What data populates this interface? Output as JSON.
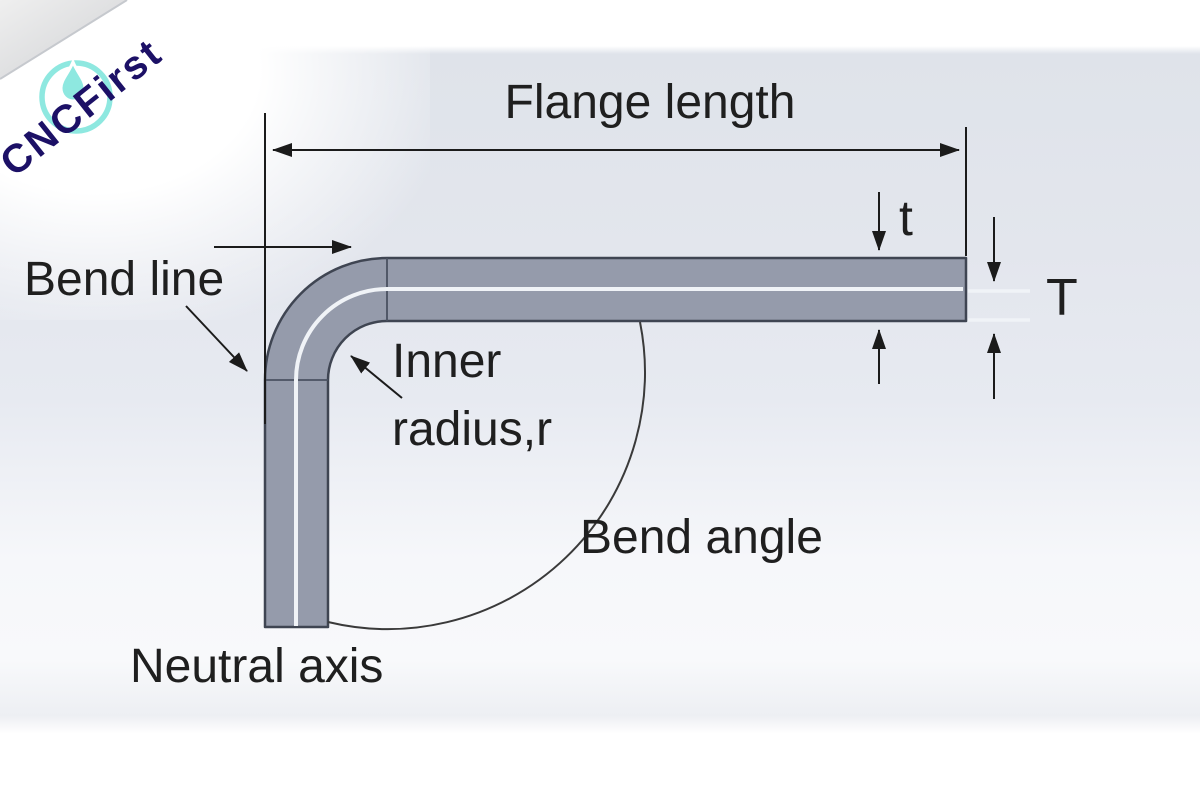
{
  "watermark": {
    "brand": "CNCFirst",
    "colors": {
      "navy": "#1c1066",
      "teal": "#8ee8e0"
    }
  },
  "diagram": {
    "labels": {
      "flange_length": "Flange length",
      "bend_line": "Bend line",
      "inner_radius_line1": "Inner",
      "inner_radius_line2": "radius,r",
      "bend_angle": "Bend angle",
      "neutral_axis": "Neutral axis",
      "thickness_outer": "t",
      "thickness_total": "T"
    },
    "colors": {
      "sheet_fill": "#959bab",
      "sheet_outline": "#3f4552",
      "seam_line": "#4a5160",
      "neutral_line": "#f0f3f7",
      "dimension_line": "#1b1b1b",
      "arc_line": "#3a3a3a",
      "label_text": "#1f1f1f"
    }
  }
}
